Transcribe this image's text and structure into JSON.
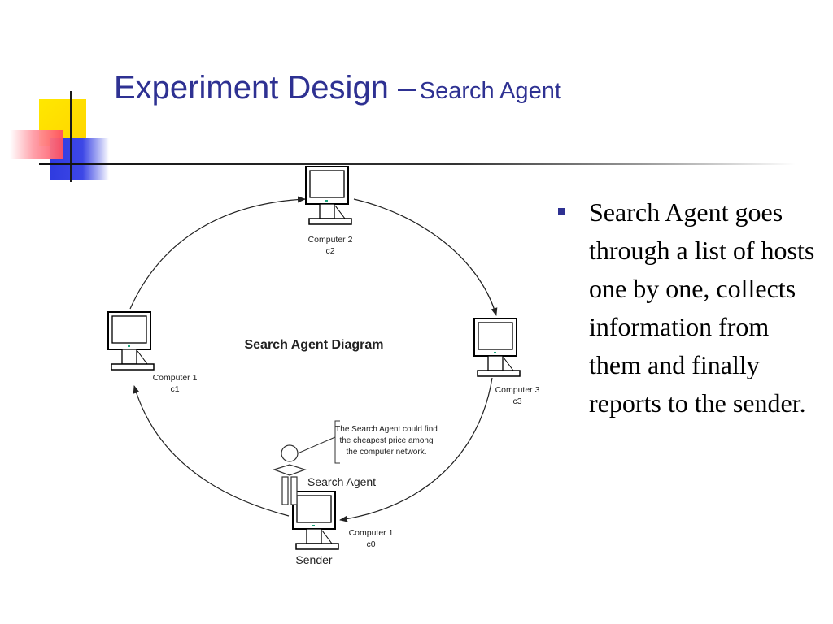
{
  "title": {
    "main": "Experiment Design –",
    "sub": "Search Agent"
  },
  "diagram": {
    "heading": "Search Agent Diagram",
    "nodes": [
      {
        "label": "Computer 2",
        "id": "c2"
      },
      {
        "label": "Computer 3",
        "id": "c3"
      },
      {
        "label": "Computer 1",
        "id": "c1"
      },
      {
        "label": "Computer 1",
        "id": "c0",
        "role": "Sender"
      }
    ],
    "agent_label": "Search Agent",
    "callout": [
      "The Search Agent could find",
      "the cheapest price among",
      "the computer network."
    ]
  },
  "bullet": "Search Agent goes through a list of hosts one by one, collects information from them and finally reports to the sender."
}
